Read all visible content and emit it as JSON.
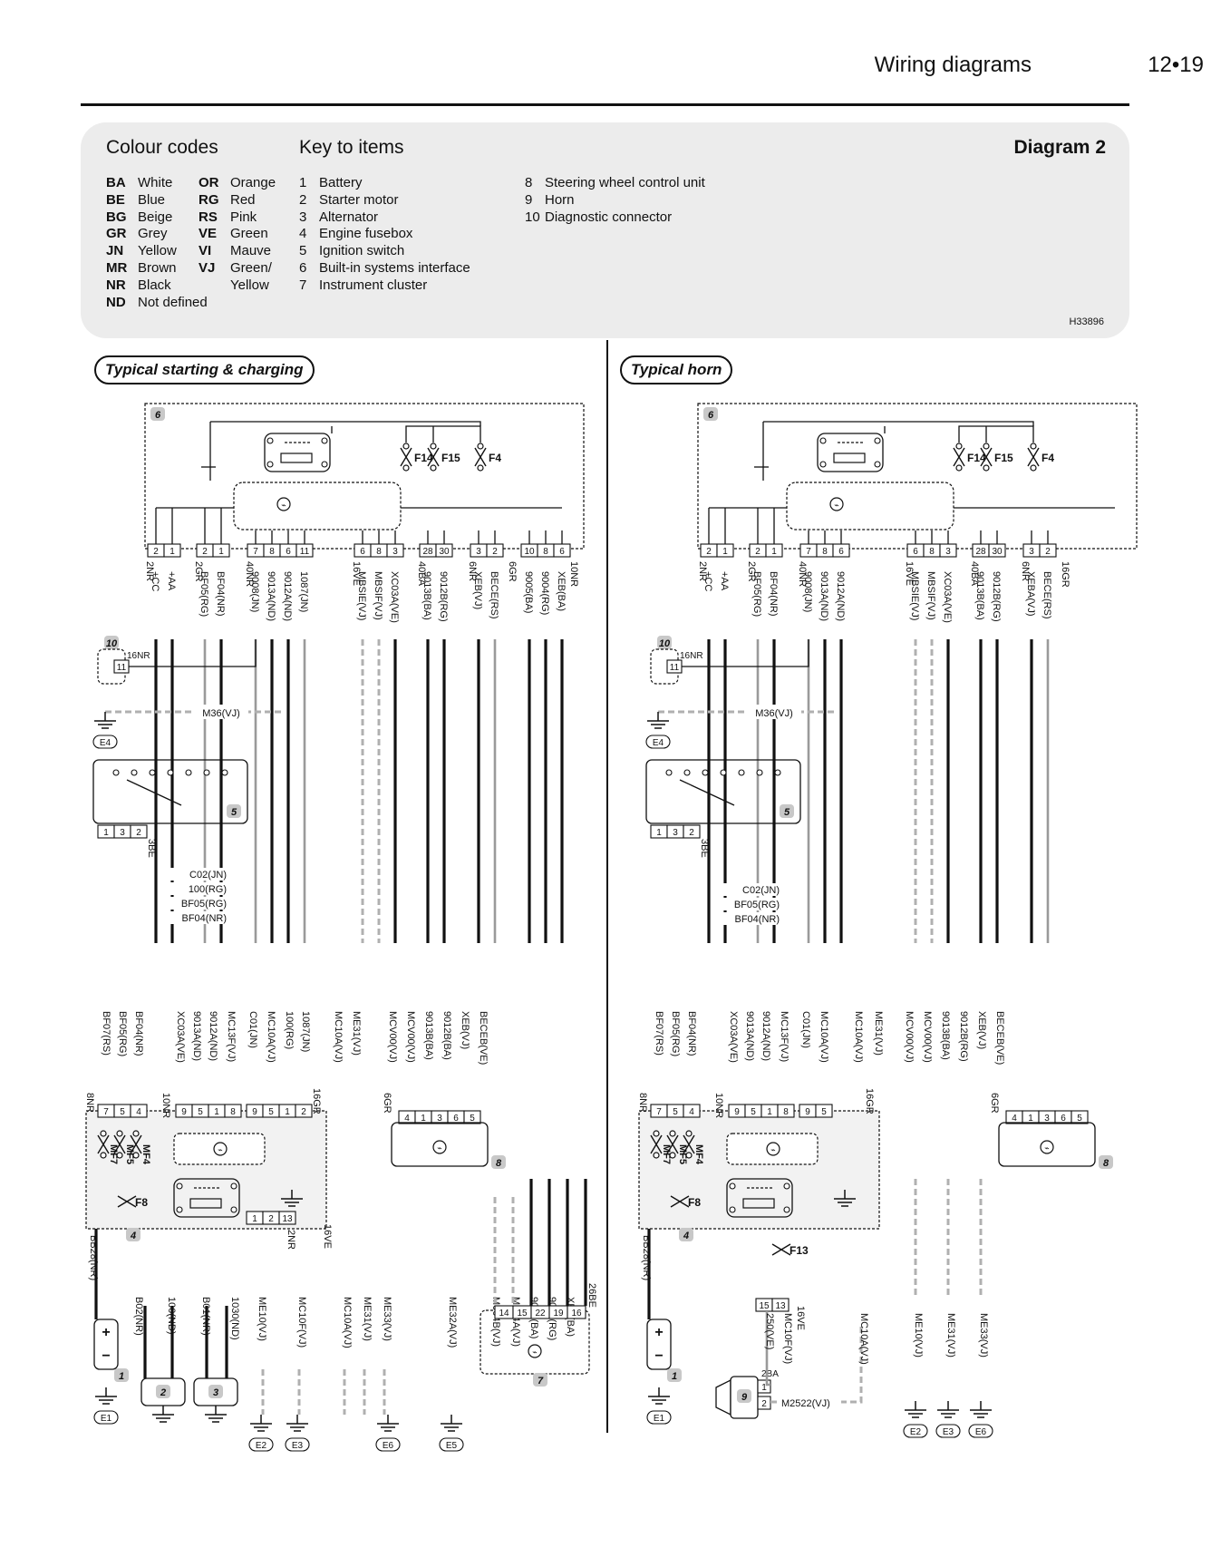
{
  "header": {
    "title": "Wiring diagrams",
    "page": "12•19"
  },
  "colour_codes": {
    "title": "Colour codes",
    "col1": [
      {
        "code": "BA",
        "name": "White"
      },
      {
        "code": "BE",
        "name": "Blue"
      },
      {
        "code": "BG",
        "name": "Beige"
      },
      {
        "code": "GR",
        "name": "Grey"
      },
      {
        "code": "JN",
        "name": "Yellow"
      },
      {
        "code": "MR",
        "name": "Brown"
      },
      {
        "code": "NR",
        "name": "Black"
      },
      {
        "code": "ND",
        "name": "Not defined"
      }
    ],
    "col2": [
      {
        "code": "OR",
        "name": "Orange"
      },
      {
        "code": "RG",
        "name": "Red"
      },
      {
        "code": "RS",
        "name": "Pink"
      },
      {
        "code": "VE",
        "name": "Green"
      },
      {
        "code": "VI",
        "name": "Mauve"
      },
      {
        "code": "VJ",
        "name": "Green/"
      },
      {
        "code": "",
        "name": "Yellow"
      }
    ]
  },
  "key_to_items": {
    "title": "Key to items",
    "col1": [
      {
        "num": "1",
        "name": "Battery"
      },
      {
        "num": "2",
        "name": "Starter motor"
      },
      {
        "num": "3",
        "name": "Alternator"
      },
      {
        "num": "4",
        "name": "Engine fusebox"
      },
      {
        "num": "5",
        "name": "Ignition switch"
      },
      {
        "num": "6",
        "name": "Built-in systems interface"
      },
      {
        "num": "7",
        "name": "Instrument cluster"
      }
    ],
    "col2": [
      {
        "num": "8",
        "name": "Steering wheel control unit"
      },
      {
        "num": "9",
        "name": "Horn"
      },
      {
        "num": "10",
        "name": "Diagnostic connector"
      }
    ]
  },
  "diagram_label": "Diagram 2",
  "ref_code": "H33896",
  "panels": {
    "left": {
      "title": "Typical starting & charging",
      "bsi_fuses": [
        "F14",
        "F15",
        "F4"
      ],
      "item_badges": {
        "bsi": "6",
        "diag": "10",
        "ign": "5",
        "fusebox": "4",
        "battery": "1",
        "starter": "2",
        "alternator": "3",
        "sw_unit": "8",
        "cluster": "7"
      },
      "top_pins": [
        "2",
        "1",
        "2",
        "1",
        "7",
        "8",
        "6",
        "11",
        "6",
        "8",
        "3",
        "28",
        "30",
        "3",
        "2",
        "10",
        "8",
        "6"
      ],
      "connector_labels": [
        "2NR",
        "2GR",
        "40NR",
        "16VE",
        "40BA",
        "6NR",
        "6GR",
        "10NR"
      ],
      "top_wires": [
        "+CC",
        "+AA",
        "BF05(RG)",
        "BF04(NR)",
        "9008(JN)",
        "9013A(ND)",
        "9012A(ND)",
        "1087(JN)",
        "MBSIE(VJ)",
        "MBSIF(VJ)",
        "XC03A(VE)",
        "9013B(BA)",
        "9012B(RG)",
        "XEB(VJ)",
        "BECE(RS)",
        "9005(BA)",
        "9004(RG)",
        "XEB(BA)"
      ],
      "diag_conn": {
        "wire": "16NR",
        "pin": "11"
      },
      "ground_wire": "M36(VJ)",
      "ground_e4": "E4",
      "ign_pins": [
        "1",
        "3",
        "2"
      ],
      "ign_conn": "3BE",
      "ign_wires": [
        "C02(JN)",
        "100(RG)",
        "BF05(RG)",
        "BF04(NR)"
      ],
      "fusebox_wires": [
        "BF07(RS)",
        "BF05(RG)",
        "BF04(NR)",
        "XC03A(VE)",
        "9013A(ND)",
        "9012A(ND)",
        "MC13F(VJ)",
        "C01(JN)",
        "MC10A(VJ)",
        "100(RG)",
        "1087(JN)",
        "MC10A(VJ)",
        "ME31(VJ)",
        "MCV00(VJ)",
        "MCV00(VJ)",
        "9013B(BA)",
        "9012B(BA)",
        "XEB(VJ)",
        "BECEB(VE)"
      ],
      "fusebox_conn": [
        "8NR",
        "10NR",
        "16GR"
      ],
      "fusebox_pins_a": [
        "7",
        "5",
        "4"
      ],
      "fusebox_pins_b": [
        "9",
        "5",
        "1",
        "8"
      ],
      "fusebox_pins_c": [
        "9",
        "5",
        "1",
        "2"
      ],
      "fusebox_fuses": [
        "MF7",
        "MF5",
        "MF4",
        "F8"
      ],
      "fusebox_lower_pins": [
        "1",
        "2",
        "13"
      ],
      "fusebox_lower_conn": [
        "2NR",
        "16VE"
      ],
      "sw_pins": [
        "4",
        "1",
        "3",
        "6",
        "5"
      ],
      "sw_conn": "6GR",
      "lower_wires": [
        "BB28(NR)",
        "B02(NR)",
        "100(ND)",
        "B01(NR)",
        "1030(ND)",
        "ME10(VJ)",
        "MC10F(VJ)",
        "MC10A(VJ)",
        "ME31(VJ)",
        "ME33(VJ)",
        "ME32A(VJ)",
        "M004B(VJ)",
        "M004A(VJ)",
        "9005(BA)",
        "9004(RG)",
        "XEB(BA)"
      ],
      "cluster_pins": [
        "14",
        "15",
        "22",
        "19",
        "16"
      ],
      "cluster_conn": "26BE",
      "grounds": [
        "E1",
        "E2",
        "E3",
        "E6",
        "E5"
      ]
    },
    "right": {
      "title": "Typical horn",
      "bsi_fuses": [
        "F14",
        "F15",
        "F4"
      ],
      "item_badges": {
        "bsi": "6",
        "diag": "10",
        "ign": "5",
        "fusebox": "4",
        "battery": "1",
        "sw_unit": "8",
        "horn": "9"
      },
      "top_pins": [
        "2",
        "1",
        "2",
        "1",
        "7",
        "8",
        "6",
        "6",
        "8",
        "3",
        "28",
        "30",
        "3",
        "2"
      ],
      "connector_labels": [
        "2NR",
        "2GR",
        "40NR",
        "16VE",
        "40BA",
        "6NR",
        "16GR"
      ],
      "top_wires": [
        "+CC",
        "+AA",
        "BF05(RG)",
        "BF04(NR)",
        "9008(JN)",
        "9013A(ND)",
        "9012A(ND)",
        "MBSIE(VJ)",
        "MBSIF(VJ)",
        "XC03A(VE)",
        "9013B(BA)",
        "9012B(RG)",
        "XEBA(VJ)",
        "BECE(RS)"
      ],
      "diag_conn": {
        "wire": "16NR",
        "pin": "11"
      },
      "ground_wire": "M36(VJ)",
      "ground_e4": "E4",
      "ign_pins": [
        "1",
        "3",
        "2"
      ],
      "ign_conn": "3BE",
      "ign_wires": [
        "C02(JN)",
        "BF05(RG)",
        "BF04(NR)"
      ],
      "fusebox_wires": [
        "BF07(RS)",
        "BF05(RG)",
        "BF04(NR)",
        "XC03A(VE)",
        "9013A(ND)",
        "9012A(ND)",
        "MC13F(VJ)",
        "C01(JN)",
        "MC10A(VJ)",
        "MC10A(VJ)",
        "ME31(VJ)",
        "MCV00(VJ)",
        "MCV00(VJ)",
        "9013B(BA)",
        "9012B(RG)",
        "XEB(VJ)",
        "BECEB(VE)"
      ],
      "fusebox_conn": [
        "8NR",
        "10NR",
        "16GR"
      ],
      "fusebox_pins_a": [
        "7",
        "5",
        "4"
      ],
      "fusebox_pins_b": [
        "9",
        "5",
        "1",
        "8"
      ],
      "fusebox_pins_c": [
        "9",
        "5"
      ],
      "fusebox_fuses": [
        "MF7",
        "MF5",
        "MF4",
        "F8",
        "F13"
      ],
      "fusebox_lower_pins": [
        "15",
        "13"
      ],
      "fusebox_lower_conn": [
        "16VE"
      ],
      "sw_pins": [
        "4",
        "1",
        "3",
        "6",
        "5"
      ],
      "sw_conn": "6GR",
      "lower_wires": [
        "BB28(NR)",
        "250(VE)",
        "MC10F(VJ)",
        "MC10A(VJ)",
        "ME10(VJ)",
        "ME31(VJ)",
        "ME33(VJ)",
        "M2522(VJ)"
      ],
      "horn_pins": [
        "1",
        "2"
      ],
      "horn_conn": "2BA",
      "grounds": [
        "E1",
        "E2",
        "E3",
        "E6"
      ]
    }
  }
}
